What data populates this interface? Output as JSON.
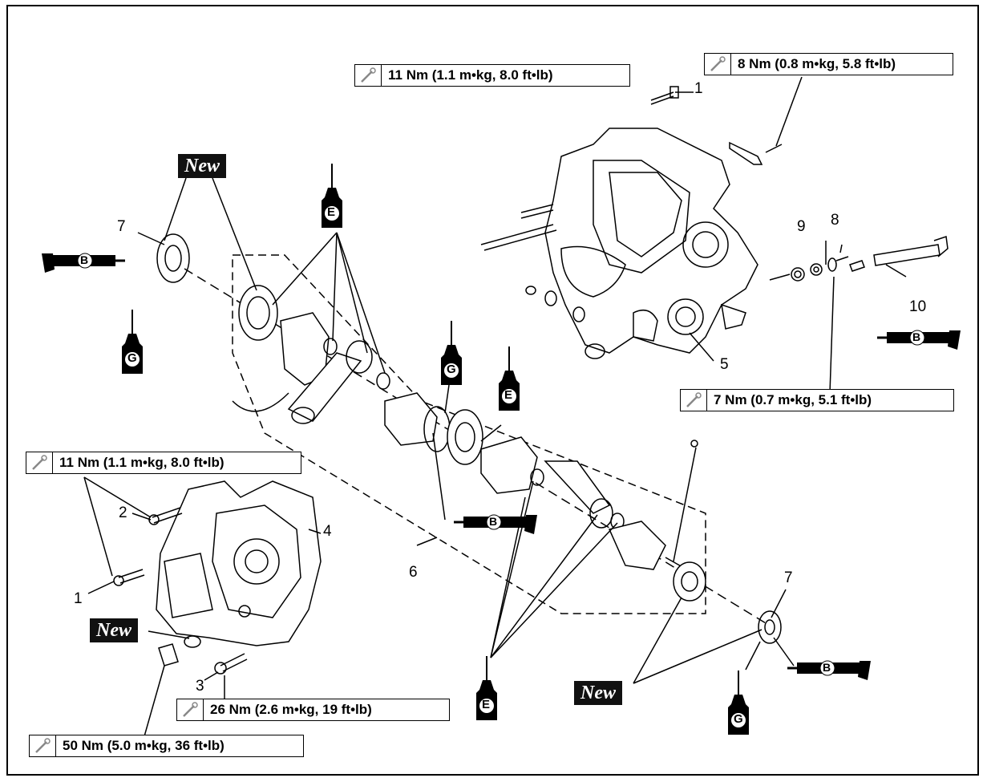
{
  "torque_specs": [
    {
      "value": "11 Nm (1.1 m•kg, 8.0 ft•lb)"
    },
    {
      "value": "8 Nm (0.8 m•kg, 5.8 ft•lb)"
    },
    {
      "value": "7 Nm (0.7 m•kg, 5.1 ft•lb)"
    },
    {
      "value": "11 Nm (1.1 m•kg, 8.0 ft•lb)"
    },
    {
      "value": "26 Nm (2.6 m•kg, 19 ft•lb)"
    },
    {
      "value": "50 Nm (5.0 m•kg, 36 ft•lb)"
    }
  ],
  "new_label": "New",
  "part_numbers": [
    "1",
    "1",
    "2",
    "3",
    "4",
    "5",
    "6",
    "7",
    "7",
    "8",
    "9",
    "10"
  ],
  "lubricant_letters": {
    "E": "E",
    "G": "G",
    "B": "B"
  },
  "icons": [
    "torque-wrench-icon",
    "lubricant-bottle-icon",
    "grease-gun-icon"
  ]
}
